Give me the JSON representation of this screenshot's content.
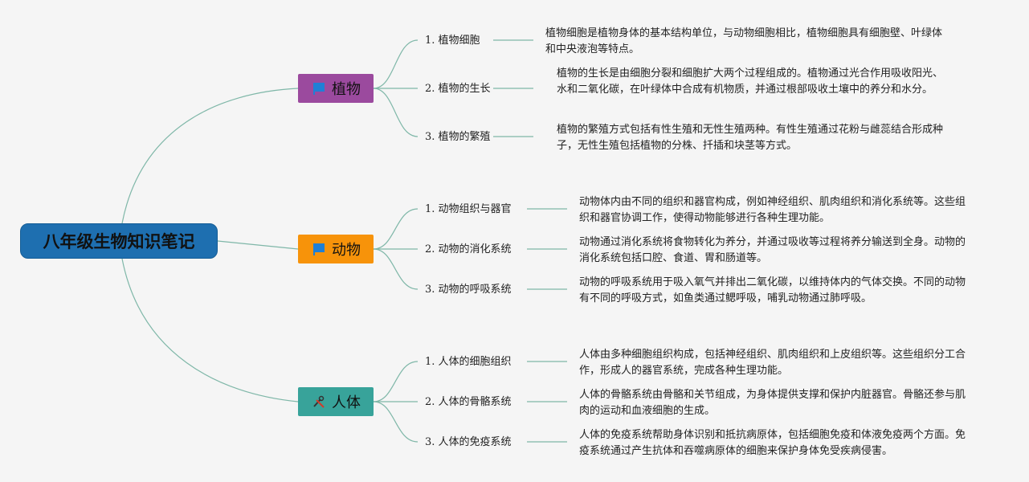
{
  "title": "八年级生物知识笔记",
  "colors": {
    "root": "#1e6fb0",
    "plant": "#9b4a9e",
    "animal": "#f7930a",
    "human": "#38a39a",
    "link": "#7fb7a8"
  },
  "branches": [
    {
      "label": "植物",
      "icon": "flag-icon",
      "subs": [
        {
          "label": "1. 植物细胞",
          "desc": "植物细胞是植物身体的基本结构单位，与动物细胞相比，植物细胞具有细胞壁、叶绿体和中央液泡等特点。"
        },
        {
          "label": "2. 植物的生长",
          "desc": "植物的生长是由细胞分裂和细胞扩大两个过程组成的。植物通过光合作用吸收阳光、水和二氧化碳，在叶绿体中合成有机物质，并通过根部吸收土壤中的养分和水分。"
        },
        {
          "label": "3. 植物的繁殖",
          "desc": "植物的繁殖方式包括有性生殖和无性生殖两种。有性生殖通过花粉与雌蕊结合形成种子，无性生殖包括植物的分株、扦插和块茎等方式。"
        }
      ]
    },
    {
      "label": "动物",
      "icon": "flag-icon",
      "subs": [
        {
          "label": "1. 动物组织与器官",
          "desc": "动物体内由不同的组织和器官构成，例如神经组织、肌肉组织和消化系统等。这些组织和器官协调工作，使得动物能够进行各种生理功能。"
        },
        {
          "label": "2. 动物的消化系统",
          "desc": "动物通过消化系统将食物转化为养分，并通过吸收等过程将养分输送到全身。动物的消化系统包括口腔、食道、胃和肠道等。"
        },
        {
          "label": "3. 动物的呼吸系统",
          "desc": "动物的呼吸系统用于吸入氧气并排出二氧化碳，以维持体内的气体交换。不同的动物有不同的呼吸方式，如鱼类通过鳃呼吸，哺乳动物通过肺呼吸。"
        }
      ]
    },
    {
      "label": "人体",
      "icon": "tools-icon",
      "subs": [
        {
          "label": "1. 人体的细胞组织",
          "desc": "人体由多种细胞组织构成，包括神经组织、肌肉组织和上皮组织等。这些组织分工合作，形成人的器官系统，完成各种生理功能。"
        },
        {
          "label": "2. 人体的骨骼系统",
          "desc": "人体的骨骼系统由骨骼和关节组成，为身体提供支撑和保护内脏器官。骨骼还参与肌肉的运动和血液细胞的生成。"
        },
        {
          "label": "3. 人体的免疫系统",
          "desc": "人体的免疫系统帮助身体识别和抵抗病原体，包括细胞免疫和体液免疫两个方面。免疫系统通过产生抗体和吞噬病原体的细胞来保护身体免受疾病侵害。"
        }
      ]
    }
  ]
}
